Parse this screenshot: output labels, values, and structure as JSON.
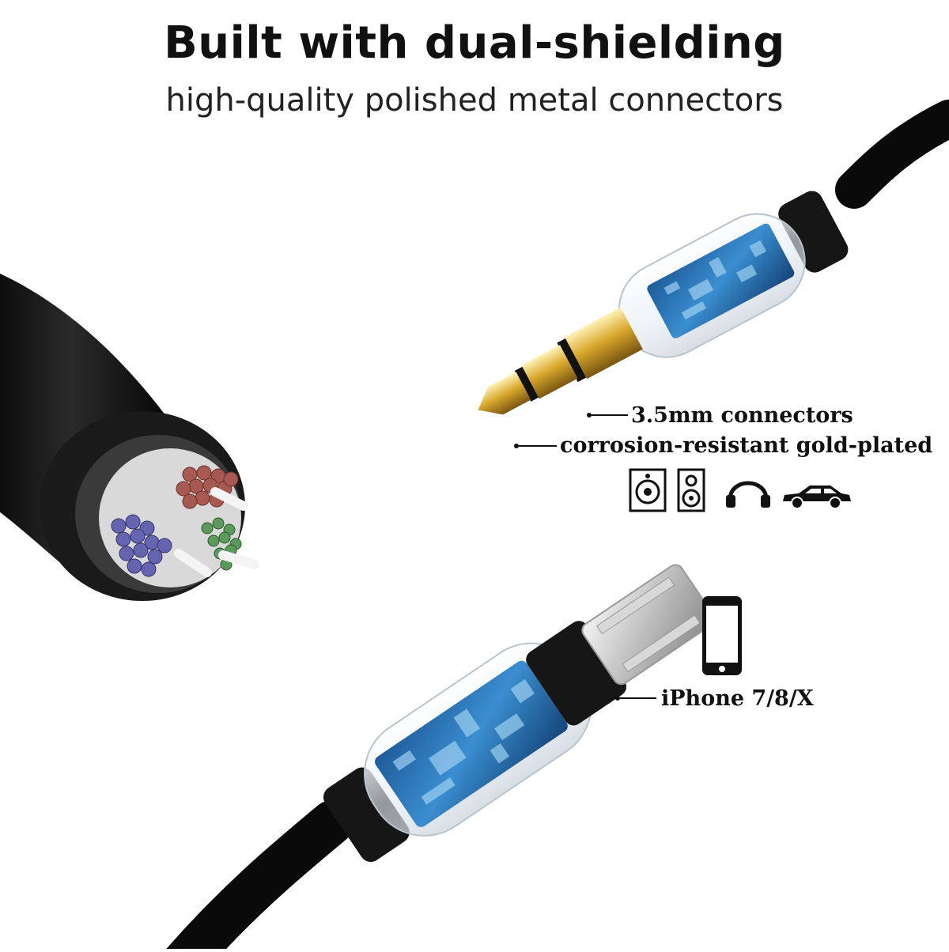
{
  "headline": {
    "title": "Built with dual-shielding",
    "subtitle": "high-quality polished metal connectors"
  },
  "callouts": {
    "jack_size": "3.5mm connectors",
    "jack_plating": "corrosion-resistant gold-plated",
    "phone_models": "iPhone 7/8/X"
  },
  "compatible_device_icons": [
    "speaker-icon",
    "loudspeaker-icon",
    "headphones-icon",
    "car-icon"
  ],
  "phone_icon": "smartphone-icon",
  "colors": {
    "cable": "#111111",
    "gold": "#d4a73a",
    "pcb": "#2b6fb0",
    "wire_red": "#a0504a",
    "wire_blue": "#5f5fa8",
    "wire_green": "#4f8a4f"
  }
}
